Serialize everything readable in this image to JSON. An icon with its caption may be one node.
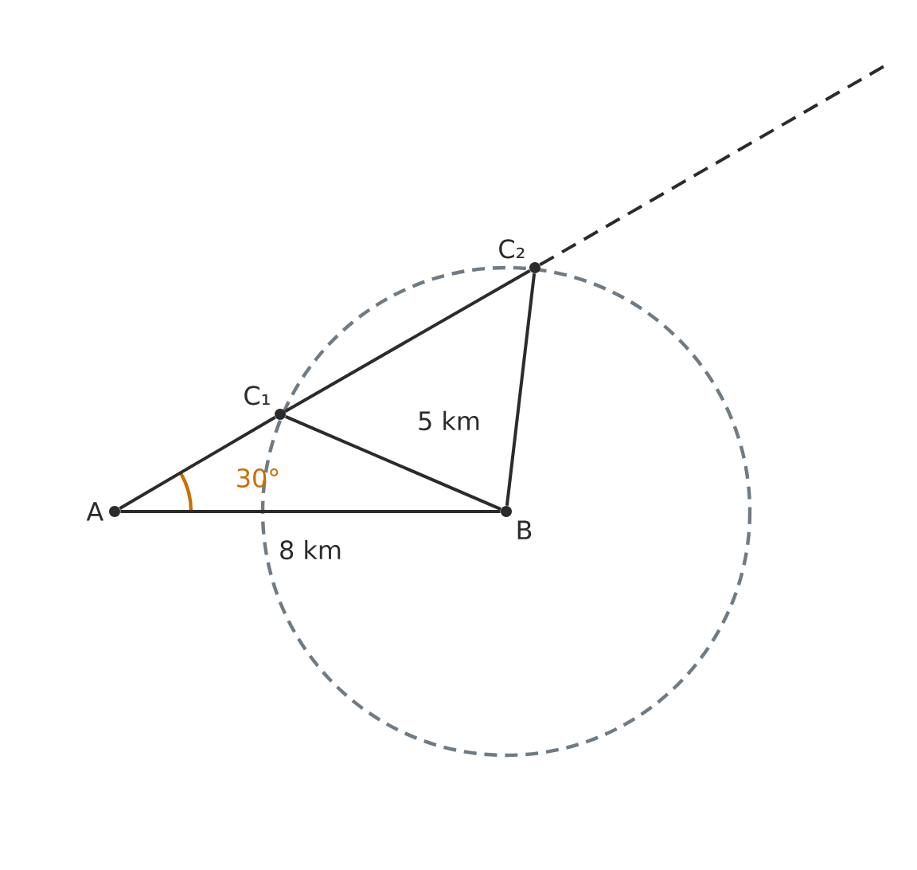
{
  "diagram": {
    "nodes": [
      {
        "text": [
          "A"
        ]
      },
      {
        "text": [
          "B"
        ]
      },
      {
        "text": [
          "C₁"
        ]
      },
      {
        "text": [
          "C₂"
        ]
      }
    ],
    "edges": [
      {
        "from": 0,
        "to": 1,
        "arrow": "none",
        "label": "8 km"
      },
      {
        "from": 0,
        "to": 2,
        "arrow": "none"
      },
      {
        "from": 2,
        "to": 3,
        "arrow": "none"
      },
      {
        "from": 2,
        "to": 1,
        "arrow": "none"
      },
      {
        "from": 3,
        "to": 1,
        "arrow": "none"
      },
      {
        "from": 3,
        "to": null,
        "arrow": "none",
        "style": "dashed"
      }
    ],
    "labels": [
      "5 km",
      "30°"
    ]
  }
}
